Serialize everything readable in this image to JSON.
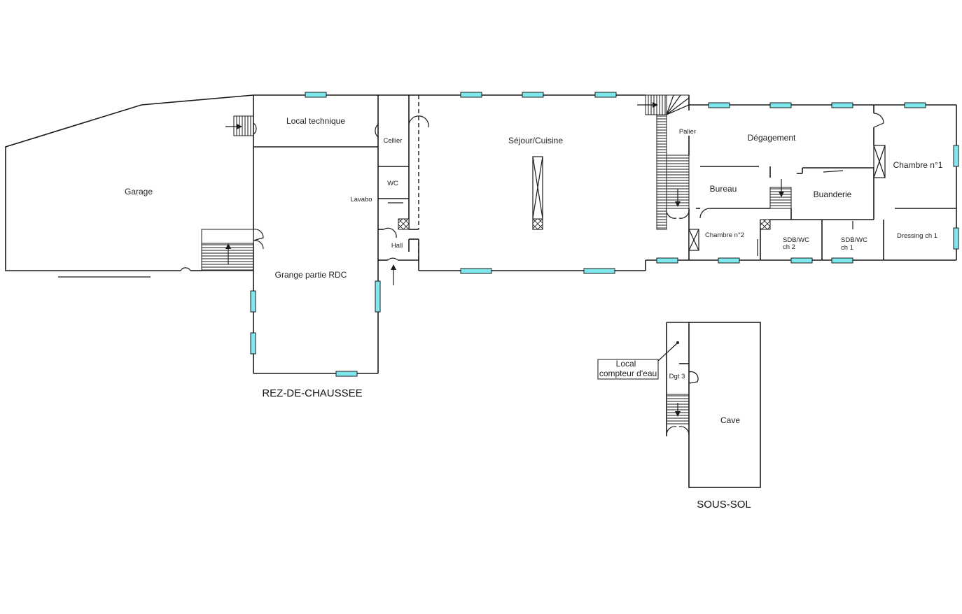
{
  "rooms": {
    "garage": "Garage",
    "local_technique": "Local technique",
    "cellier": "Cellier",
    "wc": "WC",
    "lavabo": "Lavabo",
    "hall": "Hall",
    "grange": "Grange partie RDC",
    "sejour": "Séjour/Cuisine",
    "palier": "Palier",
    "degagement": "Dégagement",
    "bureau": "Bureau",
    "buanderie": "Buanderie",
    "chambre1": "Chambre n°1",
    "chambre2": "Chambre n°2",
    "sdb_ch2_l1": "SDB/WC",
    "sdb_ch2_l2": "ch 2",
    "sdb_ch1_l1": "SDB/WC",
    "sdb_ch1_l2": "ch 1",
    "dressing": "Dressing ch 1",
    "dgt3": "Dgt 3",
    "cave": "Cave",
    "local_compteur_l1": "Local",
    "local_compteur_l2": "compteur d'eau"
  },
  "titles": {
    "rdc": "REZ-DE-CHAUSSEE",
    "sous_sol": "SOUS-SOL"
  },
  "colors": {
    "window": "#7fe8ef",
    "wall": "#1a1a1a"
  }
}
